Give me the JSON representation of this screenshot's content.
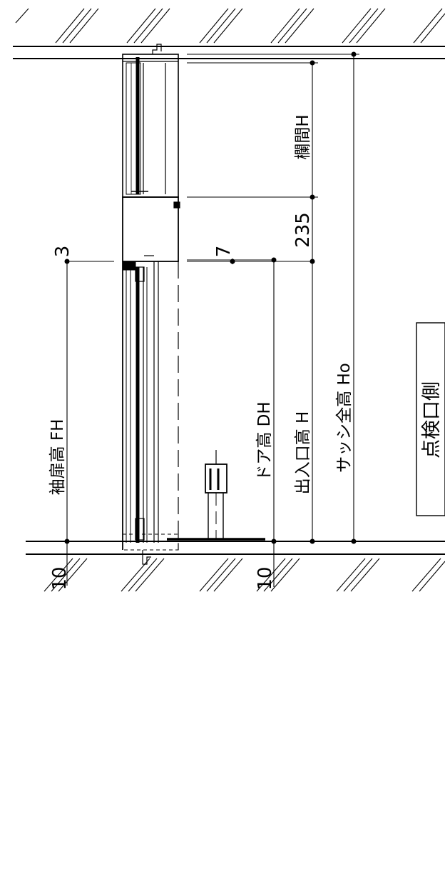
{
  "drawing": {
    "labels": {
      "sleeve_door_height": "袖扉高 FH",
      "door_height": "ドア高 DH",
      "opening_height": "出入口高 H",
      "sash_total_height": "サッシ全高 Ho",
      "transom_height": "欄間H",
      "inspection_side": "点検口側"
    },
    "dimensions": {
      "d235": "235",
      "d7": "7",
      "d3": "3",
      "d10_left": "10",
      "d10_right": "10"
    }
  }
}
